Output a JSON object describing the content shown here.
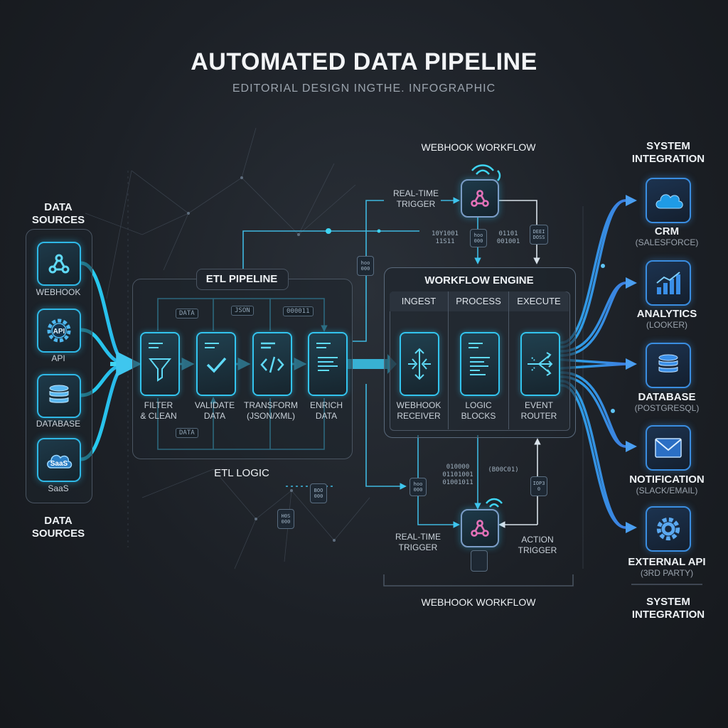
{
  "header": {
    "title": "AUTOMATED DATA PIPELINE",
    "subtitle": "EDITORIAL DESIGN INGTHE. INFOGRAPHIC"
  },
  "sources": {
    "heading_top": "DATA\nSOURCES",
    "heading_bottom": "DATA\nSOURCES",
    "items": [
      {
        "label": "WEBHOOK",
        "icon": "webhook-icon"
      },
      {
        "label": "API",
        "icon": "api-gear-icon",
        "icon_text": "API"
      },
      {
        "label": "DATABASE",
        "icon": "database-icon"
      },
      {
        "label": "SaaS",
        "icon": "saas-cloud-icon",
        "icon_text": "SaaS"
      }
    ]
  },
  "etl": {
    "title": "ETL PIPELINE",
    "logic_label": "ETL LOGIC",
    "chips": {
      "data_top": "DATA",
      "json": "JSON",
      "bin": "000011",
      "data_bottom": "DATA"
    },
    "steps": [
      {
        "label": "FILTER\n& CLEAN",
        "icon": "filter-icon"
      },
      {
        "label": "VALIDATE\nDATA",
        "icon": "check-icon"
      },
      {
        "label": "TRANSFORM\n(JSON/XML)",
        "icon": "code-icon"
      },
      {
        "label": "ENRICH\nDATA",
        "icon": "lines-icon"
      }
    ]
  },
  "webhook_top": {
    "heading": "WEBHOOK WORKFLOW",
    "trigger_label": "REAL-TIME\nTRIGGER",
    "bin_left": "10Y1001\n11S11",
    "bin_mid": "hoo 000",
    "bin_right": "01101\n001001",
    "mini_left": "hoo\n000",
    "mini_right": "DEEI\nDOSS"
  },
  "engine": {
    "title": "WORKFLOW ENGINE",
    "columns": [
      {
        "head": "INGEST",
        "label": "WEBHOOK\nRECEIVER",
        "icon": "receiver-icon"
      },
      {
        "head": "PROCESS",
        "label": "LOGIC\nBLOCKS",
        "icon": "logic-blocks-icon"
      },
      {
        "head": "EXECUTE",
        "label": "EVENT\nROUTER",
        "icon": "router-icon"
      }
    ]
  },
  "webhook_bottom": {
    "heading": "WEBHOOK WORKFLOW",
    "trigger_left": "REAL-TIME\nTRIGGER",
    "trigger_right": "ACTION\nTRIGGER",
    "bin_left": "010000\n01101001\n01001011",
    "bin_right": "(B00C01)",
    "mini_left": "hoo\n000",
    "mini_right": "IOP3\n0",
    "mini_far1": "BOO\n000",
    "mini_far2": "H0S\n000"
  },
  "targets": {
    "heading_top": "SYSTEM\nINTEGRATION",
    "heading_bottom": "SYSTEM\nINTEGRATION",
    "items": [
      {
        "label": "CRM",
        "sub": "(SALESFORCE)",
        "icon": "cloud-icon"
      },
      {
        "label": "ANALYTICS",
        "sub": "(LOOKER)",
        "icon": "bar-chart-icon"
      },
      {
        "label": "DATABASE",
        "sub": "(POSTGRESQL)",
        "icon": "database-icon"
      },
      {
        "label": "NOTIFICATION",
        "sub": "(SLACK/EMAIL)",
        "icon": "envelope-icon"
      },
      {
        "label": "EXTERNAL API",
        "sub": "(3RD PARTY)",
        "icon": "gear-icon"
      }
    ]
  },
  "colors": {
    "cyan": "#2fb8e6",
    "blue": "#3a8de0",
    "panel_border": "#4a5562"
  }
}
